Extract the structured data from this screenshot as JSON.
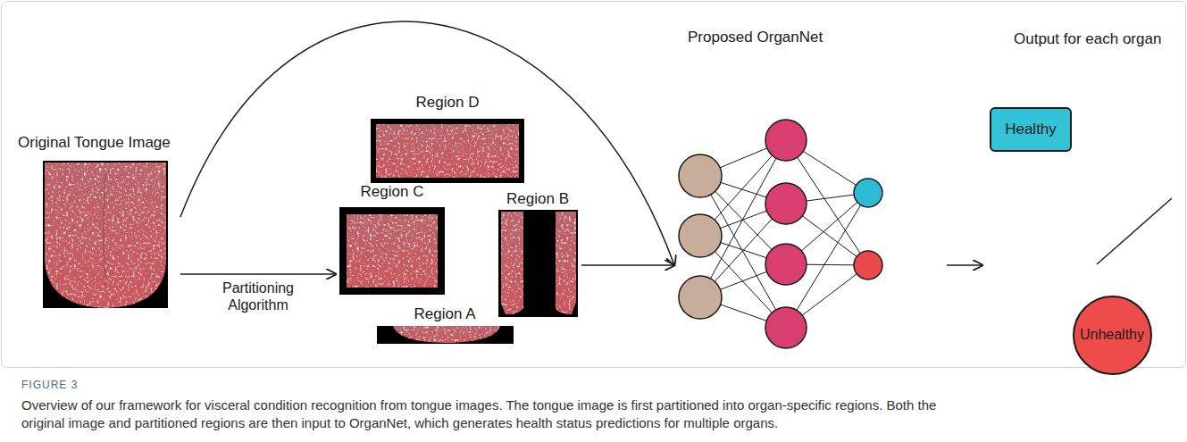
{
  "diagram": {
    "caption": "Overview of our framework for visceral condition recognition from tongue images. The tongue image is first partitioned into organ-specific regions. Both the original image and partitioned regions are then input to OrganNet, which generates health status predictions for multiple organs.",
    "nodes": [
      {
        "text": [
          "Original Tongue Image"
        ]
      },
      {
        "text": [
          "Region D"
        ]
      },
      {
        "text": [
          "Region C"
        ]
      },
      {
        "text": [
          "Region B"
        ]
      },
      {
        "text": [
          "Region A"
        ]
      },
      {
        "text": [
          "Proposed OrganNet"
        ]
      },
      {
        "text": [
          "Output for each organ"
        ]
      },
      {
        "text": [
          "Healthy"
        ],
        "in": 6
      },
      {
        "text": [
          "Unhealthy"
        ],
        "in": 6
      }
    ],
    "edges": [
      {
        "from": 0,
        "to": 2,
        "label": "Partitioning Algorithm",
        "arrow": "to"
      },
      {
        "from": 0,
        "to": 5,
        "arrow": "to"
      },
      {
        "from": 3,
        "to": 5,
        "arrow": "to"
      },
      {
        "from": 5,
        "to": 6,
        "arrow": "to"
      }
    ],
    "labels": [
      "FIGURE 3"
    ]
  }
}
